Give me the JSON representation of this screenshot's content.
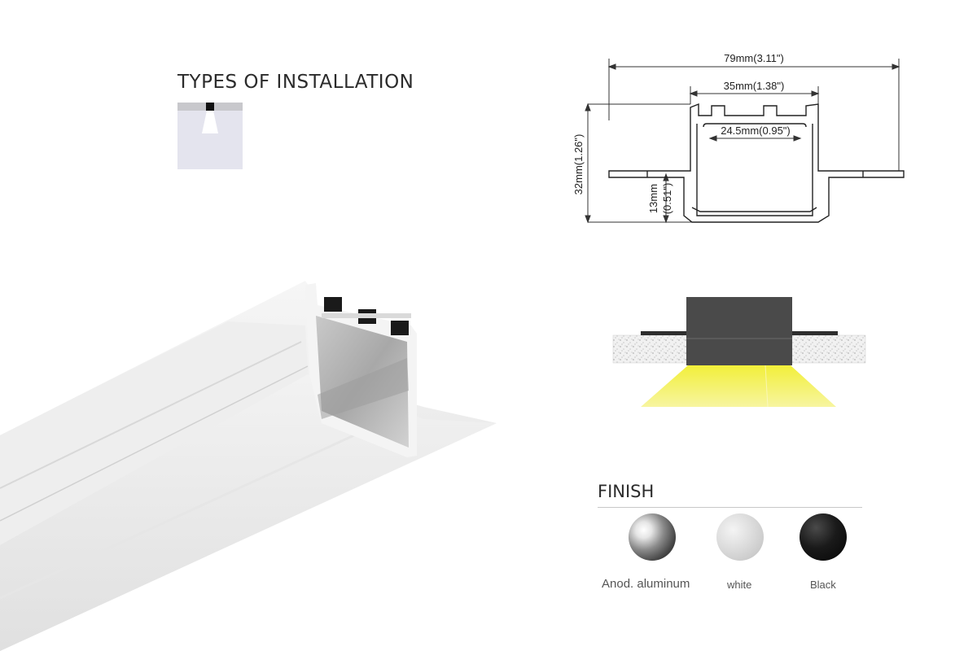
{
  "installation": {
    "title": "TYPES OF INSTALLATION"
  },
  "drawing": {
    "width_overall": "79mm(3.11\")",
    "width_top": "35mm(1.38\")",
    "width_inner": "24.5mm(0.95\")",
    "height_total": "32mm(1.26\")",
    "height_flange_mm": "13mm",
    "height_flange_in": "(0.51\")"
  },
  "finish": {
    "title": "FINISH",
    "options": [
      {
        "label": "Anod. aluminum",
        "color": "#8a8a8a"
      },
      {
        "label": "white",
        "color": "#d6d6d6"
      },
      {
        "label": "Black",
        "color": "#111111"
      }
    ]
  },
  "colors": {
    "light_beam": "#f2ef3a",
    "profile_body": "#4a4a4a"
  }
}
